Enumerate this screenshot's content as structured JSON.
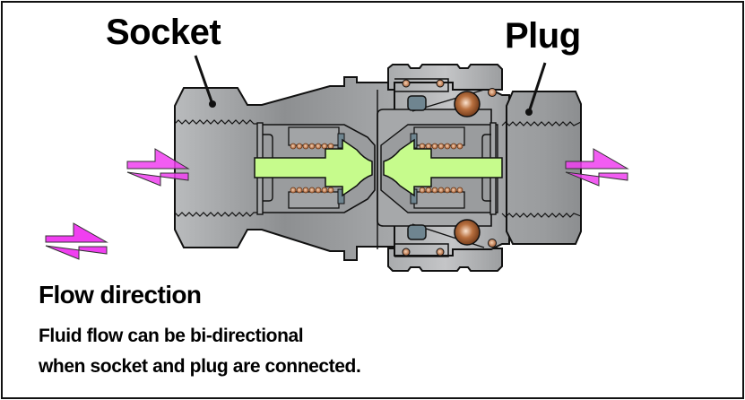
{
  "labels": {
    "socket": "Socket",
    "plug": "Plug"
  },
  "legend": {
    "title": "Flow direction",
    "description_line1": "Fluid flow can be bi-directional",
    "description_line2": "when socket and plug are connected.",
    "icon": "bidirectional-arrows-icon"
  },
  "colors": {
    "arrow_fill": "#f03ff0",
    "body_metal": "#a7a9ab",
    "valve_green": "#c6fb8c",
    "ball_bronze": "#b0653a",
    "seal_slate": "#6f8590",
    "outline": "#111111"
  }
}
